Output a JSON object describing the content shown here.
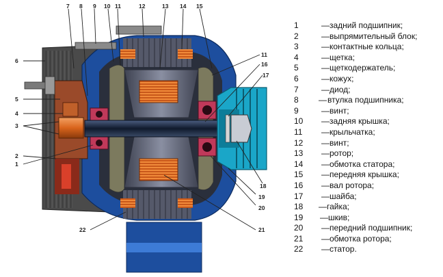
{
  "legend": [
    {
      "num": "1",
      "text": "задний подшипник;"
    },
    {
      "num": "2",
      "text": "выпрямительный блок;"
    },
    {
      "num": "3",
      "text": "контактные кольца;"
    },
    {
      "num": "4",
      "text": "щетка;"
    },
    {
      "num": "5",
      "text": "щеткодержатель;"
    },
    {
      "num": "6",
      "text": "кожух;"
    },
    {
      "num": "7",
      "text": "диод;"
    },
    {
      "num": "8",
      "text": "втулка подшипника;"
    },
    {
      "num": "9",
      "text": "винт;"
    },
    {
      "num": "10",
      "text": "задняя крышка;"
    },
    {
      "num": "11",
      "text": "крыльчатка;"
    },
    {
      "num": "12",
      "text": "винт;"
    },
    {
      "num": "13",
      "text": "ротор;"
    },
    {
      "num": "14",
      "text": "обмотка статора;"
    },
    {
      "num": "15",
      "text": "передняя крышка;"
    },
    {
      "num": "16",
      "text": "вал ротора;"
    },
    {
      "num": "17",
      "text": "шайба;"
    },
    {
      "num": "18",
      "text": "гайка;"
    },
    {
      "num": "19",
      "text": "шкив;"
    },
    {
      "num": "20",
      "text": "передний подшипник;"
    },
    {
      "num": "21",
      "text": "обмотка ротора;"
    },
    {
      "num": "22",
      "text": "статор."
    }
  ],
  "legend_dash": "—",
  "callouts": [
    "7",
    "8",
    "9",
    "10",
    "11",
    "12",
    "13",
    "14",
    "15",
    "6",
    "11",
    "16",
    "17",
    "5",
    "4",
    "3",
    "2",
    "1",
    "18",
    "19",
    "20",
    "21",
    "22"
  ],
  "colors": {
    "housing": "#1d4e9e",
    "housing_light": "#3d7bd6",
    "cover": "#4a4a4a",
    "winding": "#d9641c",
    "bearing": "#c0395a",
    "shaft": "#1f2f4a",
    "rotor": "#6a6e80",
    "pulley": "#1aa6c8"
  }
}
